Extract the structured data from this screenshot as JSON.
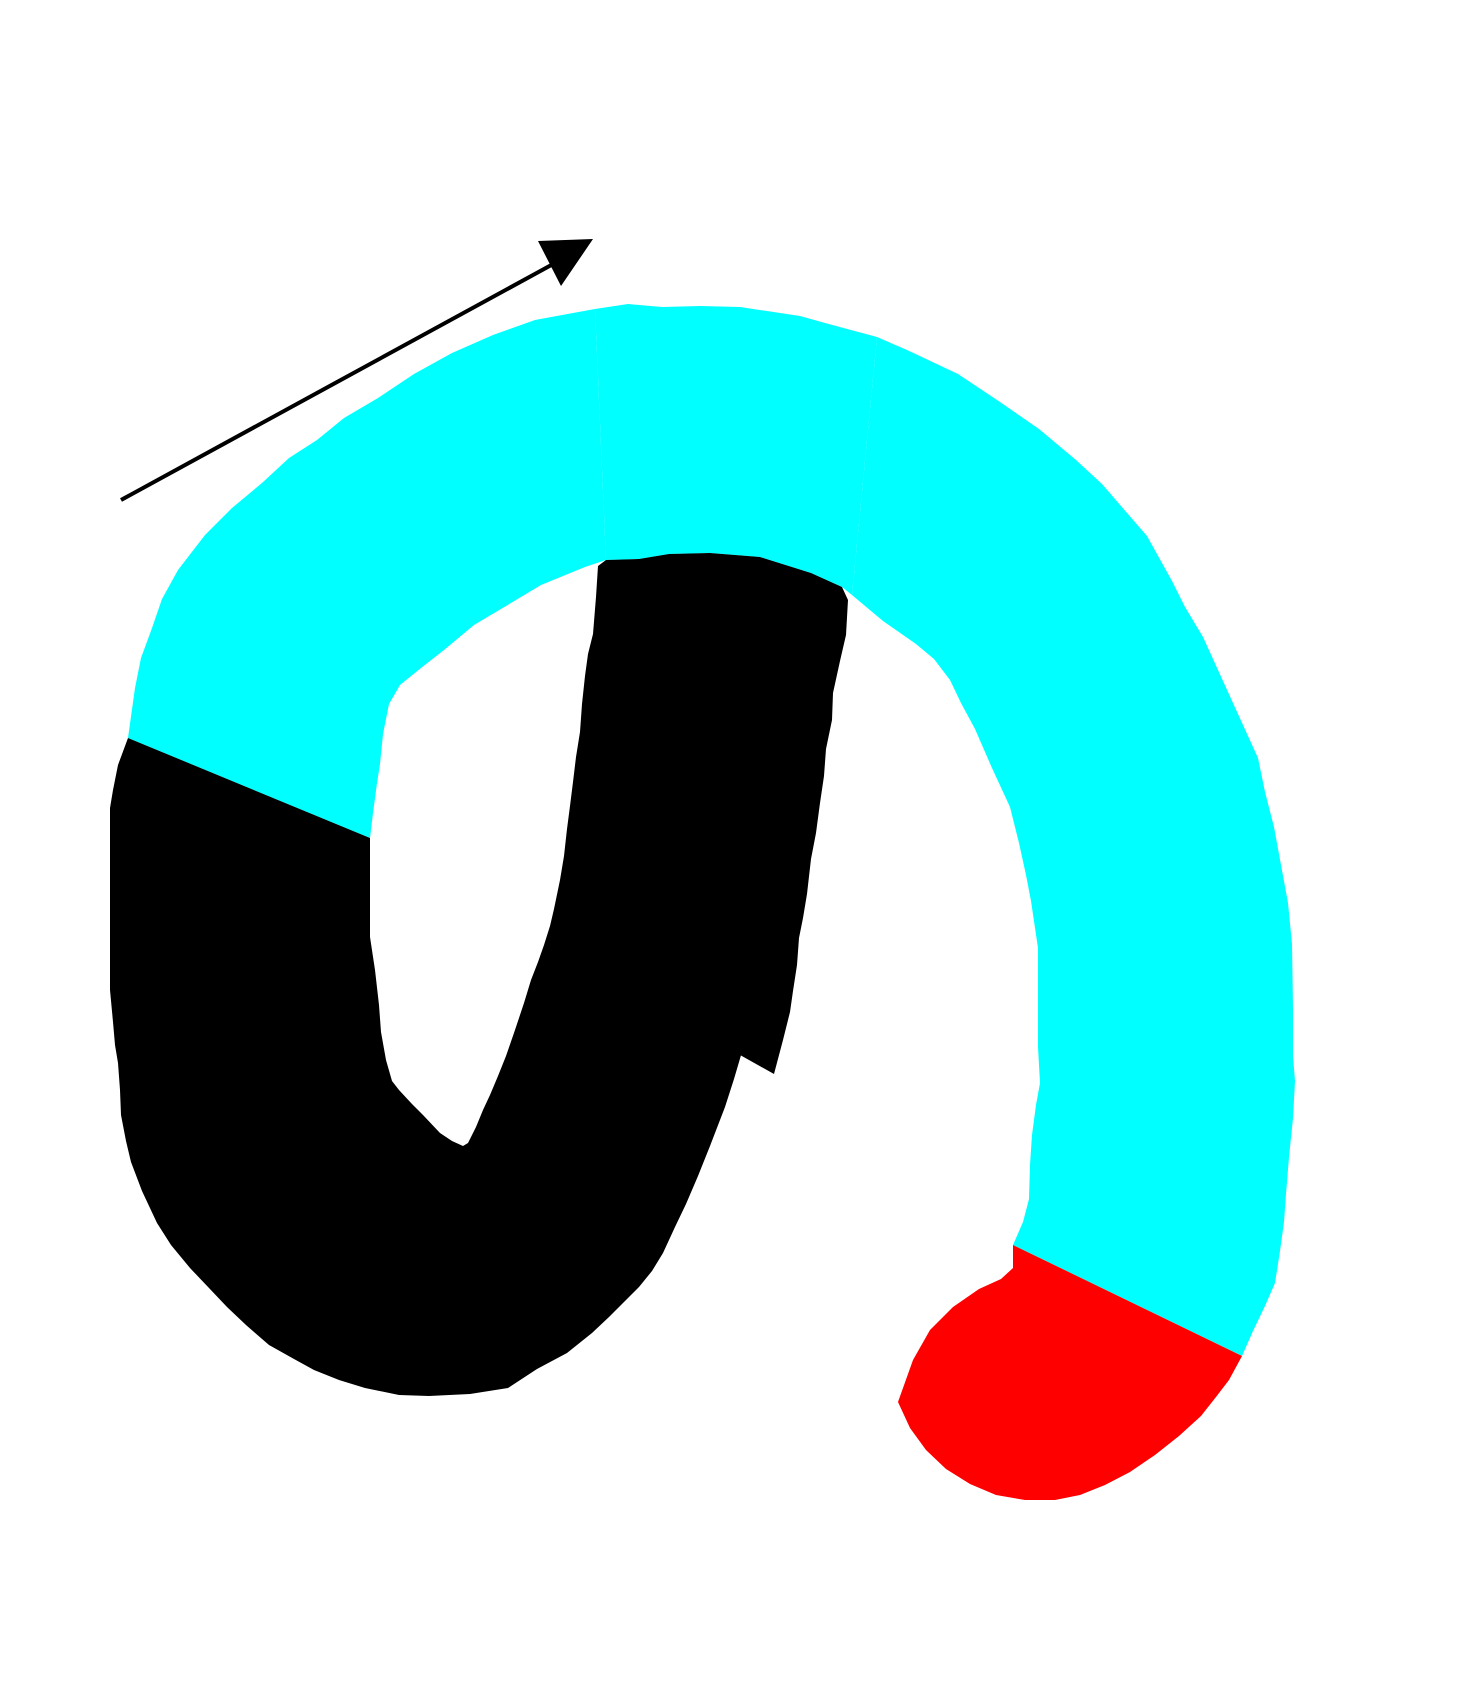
{
  "diagram": {
    "background_color": "#ffffff",
    "segments": [
      {
        "name": "tail-segment",
        "color": "#000000"
      },
      {
        "name": "arch-left-segment",
        "color": "#00ffff"
      },
      {
        "name": "arch-top-segment",
        "color": "#00ffff"
      },
      {
        "name": "inner-stem-segment",
        "color": "#000000"
      },
      {
        "name": "arch-right-segment",
        "color": "#00ffff"
      },
      {
        "name": "end-cap-segment",
        "color": "#ff0000"
      }
    ],
    "direction_arrow": {
      "color": "#000000"
    }
  }
}
